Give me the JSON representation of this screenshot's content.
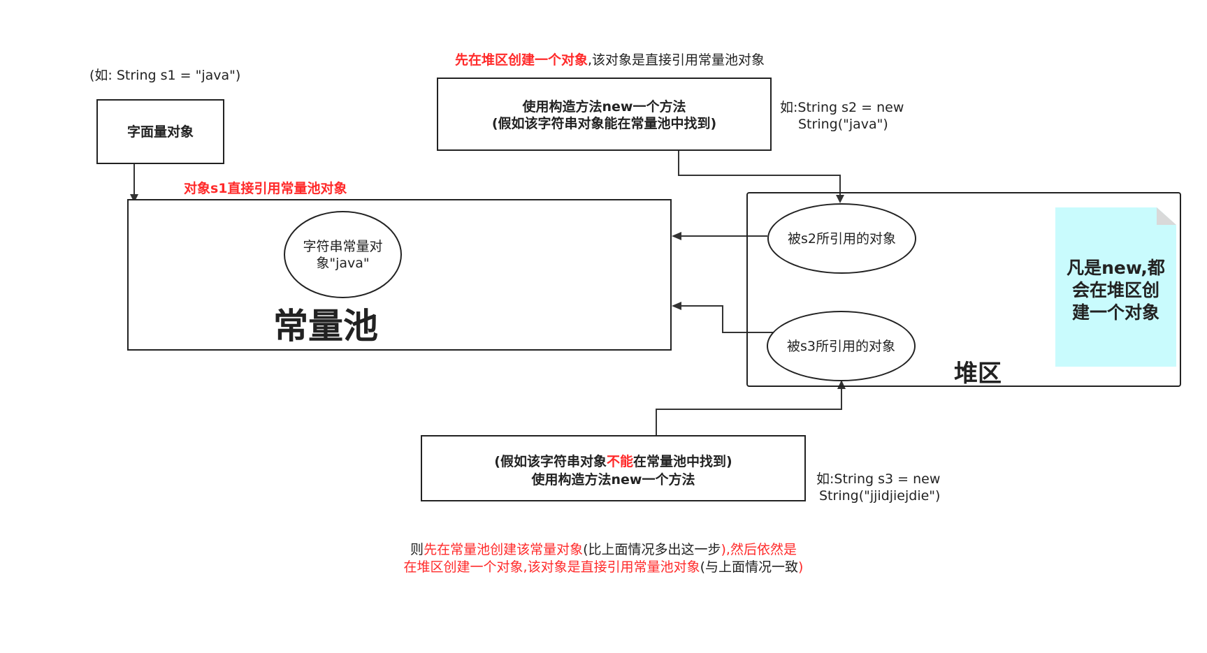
{
  "example_s1": "(如: String s1 = \"java\")",
  "literal_box": {
    "label": "字面量对象"
  },
  "s1_note": "对象s1直接引用常量池对象",
  "constant_pool": {
    "title": "常量池",
    "object_line1": "字符串常量对",
    "object_line2": "象\"java\""
  },
  "top_note": {
    "red_part": "先在堆区创建一个对象",
    "black_part": ",该对象是直接引用常量池对象"
  },
  "constructor_box_top": {
    "line1": "使用构造方法new一个方法",
    "line2": "(假如该字符串对象能在常量池中找到)"
  },
  "example_s2": {
    "line1": "如:String s2 = new",
    "line2": "String(\"java\")"
  },
  "heap": {
    "title": "堆区",
    "s2_object": "被s2所引用的对象",
    "s3_object": "被s3所引用的对象"
  },
  "sticky_note": {
    "line1": "凡是new,都",
    "line2": "会在堆区创",
    "line3": "建一个对象"
  },
  "constructor_box_bottom": {
    "line1": "使用构造方法new一个方法",
    "line2_a": "(假如该字符串对象",
    "line2_red": "不能",
    "line2_b": "在常量池中找到)"
  },
  "example_s3": {
    "line1": "如:String s3 = new",
    "line2": "String(\"jjidjiejdie\")"
  },
  "bottom_note": {
    "l1_a": "则",
    "l1_red": "先在常量池创建该常量对象",
    "l1_b": "(比上面情况多出这一步",
    "l1_red2": "),然后依然是",
    "l2_red": "在堆区创建一个对象,该对象是直接引用常量池对象",
    "l2_b": "(与上面情况一致",
    "l2_red2": ")"
  },
  "colors": {
    "accent_red": "#ff2a2a",
    "note_cyan": "#c9fbfd",
    "stroke": "#222222"
  }
}
